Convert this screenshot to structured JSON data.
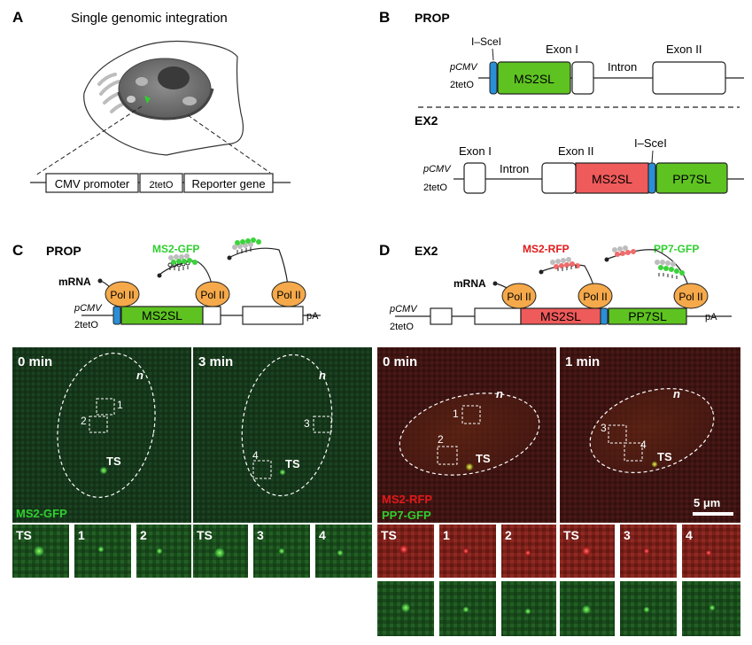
{
  "panelA": {
    "letter": "A",
    "title": "Single genomic integration",
    "construct": [
      "CMV promoter",
      "2tetO",
      "Reporter gene"
    ]
  },
  "panelB": {
    "letter": "B",
    "prop": {
      "name": "PROP",
      "site": "I–SceI",
      "exon1": "Exon I",
      "exon2": "Exon II",
      "intron": "Intron",
      "box": "MS2SL",
      "promoter": "pCMV",
      "operator": "2tetO"
    },
    "ex2": {
      "name": "EX2",
      "exon1": "Exon I",
      "intron": "Intron",
      "exon2": "Exon II",
      "site": "I–SceI",
      "box1": "MS2SL",
      "box2": "PP7SL",
      "promoter": "pCMV",
      "operator": "2tetO"
    }
  },
  "panelC": {
    "letter": "C",
    "name": "PROP",
    "reporter": "MS2-GFP",
    "mrna": "mRNA",
    "pol": "Pol II",
    "box": "MS2SL",
    "promoter": "pCMV",
    "operator": "2tetO",
    "pa": "pA",
    "frames": [
      {
        "time": "0 min",
        "n": "n",
        "spots": [
          "1",
          "2"
        ],
        "ts": "TS"
      },
      {
        "time": "3 min",
        "n": "n",
        "spots": [
          "3",
          "4"
        ],
        "ts": "TS"
      }
    ],
    "channel": "MS2-GFP",
    "crops": [
      "TS",
      "1",
      "2",
      "TS",
      "3",
      "4"
    ]
  },
  "panelD": {
    "letter": "D",
    "name": "EX2",
    "reporter1": "MS2-RFP",
    "reporter2": "PP7-GFP",
    "mrna": "mRNA",
    "pol": "Pol II",
    "box1": "MS2SL",
    "box2": "PP7SL",
    "promoter": "pCMV",
    "operator": "2tetO",
    "pa": "pA",
    "frames": [
      {
        "time": "0 min",
        "n": "n",
        "spots": [
          "1",
          "2"
        ],
        "ts": "TS"
      },
      {
        "time": "1 min",
        "n": "n",
        "spots": [
          "3",
          "4"
        ],
        "ts": "TS"
      }
    ],
    "channel1": "MS2-RFP",
    "channel2": "PP7-GFP",
    "scalebar": "5 μm",
    "crops": [
      "TS",
      "1",
      "2",
      "TS",
      "3",
      "4"
    ]
  },
  "colors": {
    "green_box": "#5ec321",
    "red_box": "#ef5a5a",
    "blue_site": "#2a8fd6",
    "pol": "#f5a94a",
    "ms2_text": "#2fcf2f",
    "rfp_text": "#e01a1a"
  }
}
